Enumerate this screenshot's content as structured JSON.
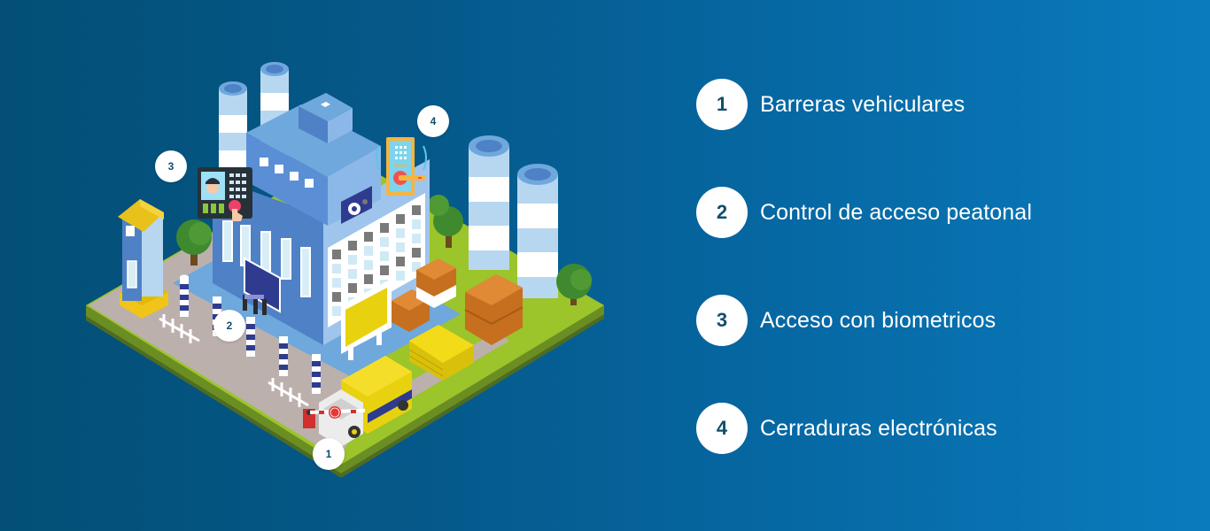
{
  "colors": {
    "background_left": "#034f76",
    "background_right": "#0a7bbd",
    "circle_fill": "#ffffff",
    "number_color": "#124e6e",
    "label_color": "#ffffff"
  },
  "illustration": {
    "description": "Isometric industrial facility with access control points",
    "markers": [
      {
        "number": "1",
        "target": "vehicle-barrier"
      },
      {
        "number": "2",
        "target": "pedestrian-turnstile"
      },
      {
        "number": "3",
        "target": "biometric-reader"
      },
      {
        "number": "4",
        "target": "electronic-lock"
      }
    ],
    "icons": [
      "factory-icon",
      "biometric-reader-icon",
      "electronic-lock-icon",
      "security-camera-icon",
      "guard-booth-icon",
      "bollard-icon",
      "turnstile-icon",
      "truck-icon",
      "stop-barrier-icon",
      "billboard-icon",
      "pallet-icon",
      "tree-icon",
      "silo-icon"
    ]
  },
  "features": [
    {
      "number": "1",
      "label": "Barreras vehiculares"
    },
    {
      "number": "2",
      "label": "Control de acceso peatonal"
    },
    {
      "number": "3",
      "label": "Acceso con biometricos"
    },
    {
      "number": "4",
      "label": "Cerraduras electrónicas"
    }
  ]
}
